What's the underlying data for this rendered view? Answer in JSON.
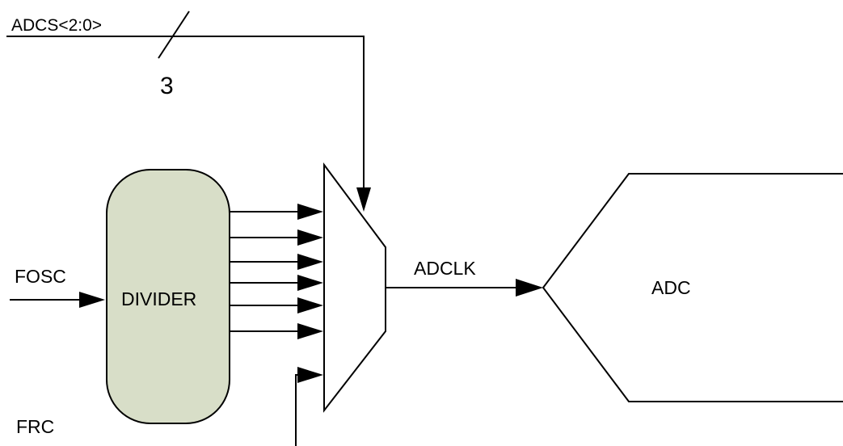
{
  "labels": {
    "adcs": "ADCS<2:0>",
    "bus_width": "3",
    "fosc": "FOSC",
    "divider": "DIVIDER",
    "adclk": "ADCLK",
    "adc": "ADC",
    "frc": "FRC"
  },
  "colors": {
    "divider_fill": "#D8DEC8",
    "line": "#000000"
  }
}
